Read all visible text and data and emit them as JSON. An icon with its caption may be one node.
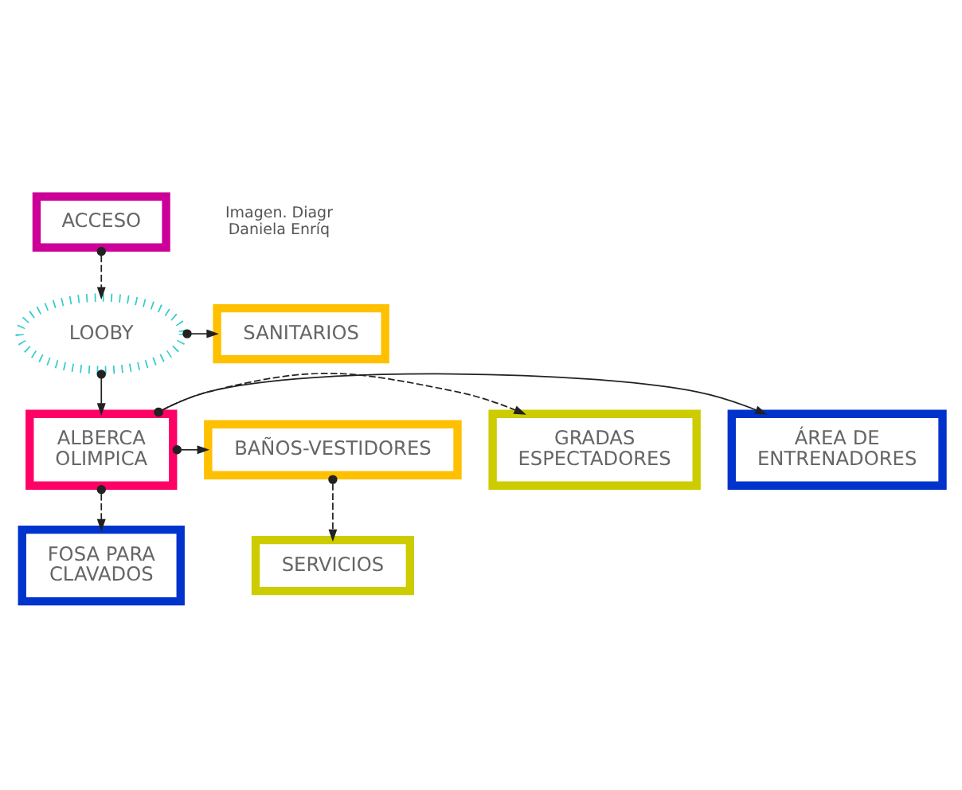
{
  "diagram": {
    "nodes": [
      {
        "text": [
          "ACCESO"
        ]
      },
      {
        "text": [
          "SANITARIOS"
        ]
      },
      {
        "text": [
          "LOOBY"
        ]
      },
      {
        "text": [
          "ÁREA DE ENTRENADORES"
        ]
      },
      {
        "text": [
          "GRADAS ESPECTADORES"
        ]
      },
      {
        "text": [
          "ALBERCA OLIMPICA"
        ]
      },
      {
        "text": [
          "BAÑOS-VESTIDORES"
        ]
      },
      {
        "text": [
          "SERVICIOS"
        ]
      },
      {
        "text": [
          "FOSA PARA CLAVADOS"
        ]
      }
    ],
    "edges": [
      {
        "from": 0,
        "to": 2,
        "arrow": "to",
        "style": "dashed"
      },
      {
        "from": 2,
        "to": 1,
        "arrow": "to"
      },
      {
        "from": 2,
        "to": 5,
        "arrow": "to"
      },
      {
        "from": 5,
        "to": 3,
        "arrow": "to"
      },
      {
        "from": 5,
        "to": 4,
        "arrow": "to",
        "style": "dashed"
      },
      {
        "from": 5,
        "to": 6,
        "arrow": "to"
      },
      {
        "from": 6,
        "to": 7,
        "arrow": "to",
        "style": "dashed"
      },
      {
        "from": 5,
        "to": 8,
        "arrow": "to",
        "style": "dashed"
      }
    ],
    "labels": [
      "Imagen. Diagr Daniela Enríq"
    ]
  }
}
